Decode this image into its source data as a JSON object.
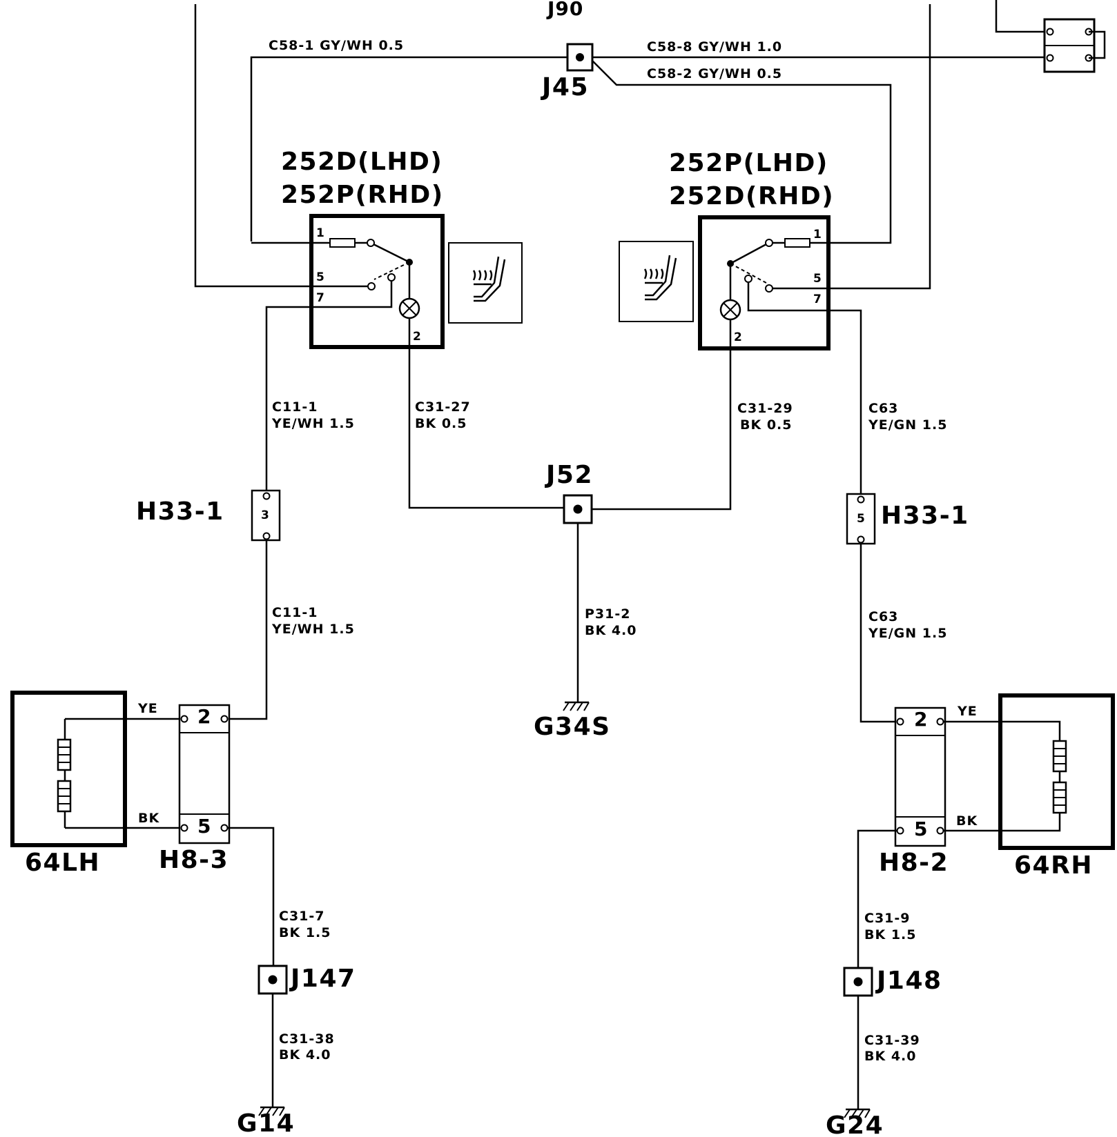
{
  "top": {
    "j90": "J90",
    "j45": "J45",
    "w_c58_1": "C58-1   GY/WH 0.5",
    "w_c58_8": "C58-8   GY/WH 1.0",
    "w_c58_2": "C58-2   GY/WH 0.5"
  },
  "switch_left": {
    "title1": "252D(LHD)",
    "title2": "252P(RHD)",
    "pins": [
      "1",
      "5",
      "7",
      "2"
    ]
  },
  "switch_right": {
    "title1": "252P(LHD)",
    "title2": "252D(RHD)",
    "pins": [
      "1",
      "5",
      "7",
      "2"
    ]
  },
  "wires": {
    "c11_1_a": [
      "C11-1",
      "YE/WH 1.5"
    ],
    "c31_27": [
      "C31-27",
      "BK  0.5"
    ],
    "c31_29": [
      "C31-29",
      "BK  0.5"
    ],
    "c63_a": [
      "C63",
      "YE/GN  1.5"
    ],
    "c11_1_b": [
      "C11-1",
      "YE/WH 1.5"
    ],
    "p31_2": [
      "P31-2",
      "BK  4.0"
    ],
    "c63_b": [
      "C63",
      "YE/GN  1.5"
    ],
    "c31_7": [
      "C31-7",
      "BK  1.5"
    ],
    "c31_9": [
      "C31-9",
      "BK  1.5"
    ],
    "c31_38": [
      "C31-38",
      "BK  4.0"
    ],
    "c31_39": [
      "C31-39",
      "BK  4.0"
    ]
  },
  "connectors": {
    "h33_left": "H33-1",
    "h33_left_pin": "3",
    "h33_right": "H33-1",
    "h33_right_pin": "5",
    "h8_3": "H8-3",
    "h8_2": "H8-2",
    "h8_pins": [
      "2",
      "5"
    ]
  },
  "junctions": {
    "j52": "J52",
    "j147": "J147",
    "j148": "J148"
  },
  "grounds": {
    "g34s": "G34S",
    "g14": "G14",
    "g24": "G24"
  },
  "heaters": {
    "left": "64LH",
    "right": "64RH",
    "ye": "YE",
    "bk": "BK"
  }
}
